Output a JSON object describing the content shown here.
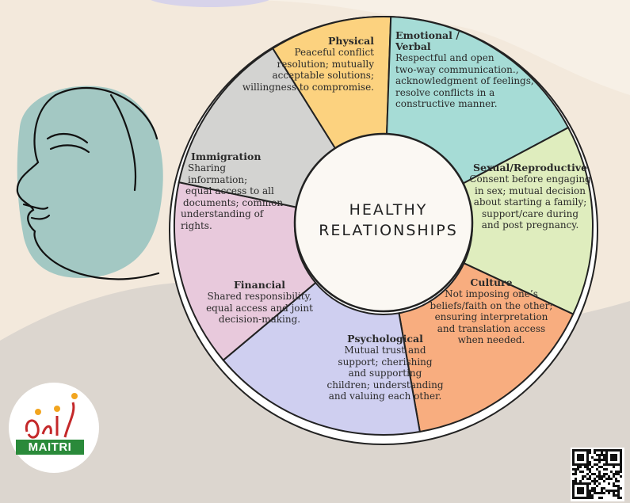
{
  "center": {
    "line1": "HEALTHY",
    "line2": "RELATIONSHIPS"
  },
  "segments": [
    {
      "id": "physical",
      "color": "#fcd27f",
      "title": "Physical",
      "lines": [
        "Peaceful conflict",
        "resolution; mutually",
        "acceptable solutions;",
        "willingness to compromise."
      ]
    },
    {
      "id": "emotional",
      "color": "#a6dcd6",
      "title_lines": [
        "Emotional /",
        "Verbal"
      ],
      "lines": [
        "Respectful and open",
        "two-way communication.,",
        "acknowledgment of feelings,",
        "resolve conflicts in a",
        "constructive manner."
      ]
    },
    {
      "id": "sexual",
      "color": "#dfedbe",
      "title": "Sexual/Reproductive",
      "lines": [
        "Consent before engaging",
        "in sex; mutual decision",
        "about starting a family;",
        "support/care during",
        "and post pregnancy."
      ]
    },
    {
      "id": "culture",
      "color": "#f8ad7f",
      "title": "Culture",
      "lines": [
        "Not imposing one’s",
        "beliefs/faith on the other;",
        "ensuring interpretation",
        "and translation access",
        "when needed."
      ]
    },
    {
      "id": "psychological",
      "color": "#cfcff0",
      "title": "Psychological",
      "lines": [
        "Mutual trust and",
        "support; cherishing",
        "and supporting",
        "children; understanding",
        "and valuing each other."
      ]
    },
    {
      "id": "financial",
      "color": "#e8c9dc",
      "title": "Financial",
      "lines": [
        "Shared responsibility,",
        "equal access and joint",
        "decision-making."
      ]
    },
    {
      "id": "immigration",
      "color": "#d3d3d1",
      "title": "Immigration",
      "lines": [
        "Sharing information;",
        "equal access to all",
        "documents; common",
        "understanding of",
        "rights."
      ]
    }
  ],
  "logo": {
    "word": "MAITRI",
    "icon": "maitri-logo-icon"
  },
  "qr": {
    "icon": "qr-code-icon"
  },
  "decor": {
    "face_icon": "face-line-art-icon"
  }
}
